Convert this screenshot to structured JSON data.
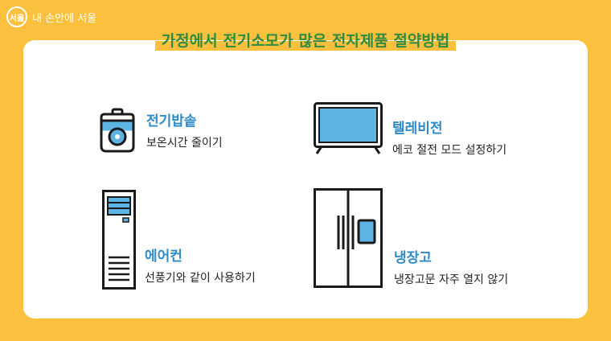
{
  "logo": {
    "mark": "서울",
    "text": "내 손안에 서울"
  },
  "title": "가정에서 전기소모가 많은 전자제품 절약방법",
  "items": [
    {
      "name": "전기밥솥",
      "desc": "보온시간 줄이기",
      "icon": "rice-cooker-icon"
    },
    {
      "name": "텔레비전",
      "desc": "에코 절전 모드 설정하기",
      "icon": "television-icon"
    },
    {
      "name": "에어컨",
      "desc": "선풍기와 같이 사용하기",
      "icon": "air-conditioner-icon"
    },
    {
      "name": "냉장고",
      "desc": "냉장고문 자주 열지 않기",
      "icon": "refrigerator-icon"
    }
  ],
  "colors": {
    "background": "#FBC03D",
    "title": "#2E8B3F",
    "item_name": "#2E8BC7",
    "icon_fill": "#5DB3E4",
    "outline": "#1A1A1A"
  }
}
